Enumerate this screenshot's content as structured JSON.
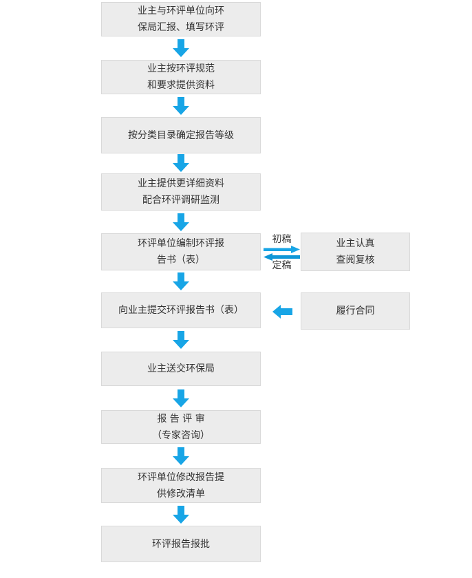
{
  "colors": {
    "page_bg": "#ffffff",
    "box_fill": "#ececec",
    "box_border": "#d9d9d9",
    "text": "#333333",
    "arrow": "#18a5e6",
    "arrow_dark": "#0f97d8"
  },
  "flow": {
    "steps": [
      {
        "label": "业主与环评单位向环\n保局汇报、填写环评"
      },
      {
        "label": "业主按环评规范\n和要求提供资料"
      },
      {
        "label": "按分类目录确定报告等级"
      },
      {
        "label": "业主提供更详细资料\n配合环评调研监测"
      },
      {
        "label": "环评单位编制环评报\n告书（表）"
      },
      {
        "label": "向业主提交环评报告书（表）"
      },
      {
        "label": "业主送交环保局"
      },
      {
        "label": "报 告 评 审\n（专家咨询）"
      },
      {
        "label": "环评单位修改报告提\n供修改清单"
      },
      {
        "label": "环评报告报批"
      }
    ],
    "side_boxes": [
      {
        "label": "业主认真\n查阅复核"
      },
      {
        "label": "履行合同"
      }
    ],
    "connectors": {
      "draft_label": "初稿",
      "final_label": "定稿"
    }
  }
}
